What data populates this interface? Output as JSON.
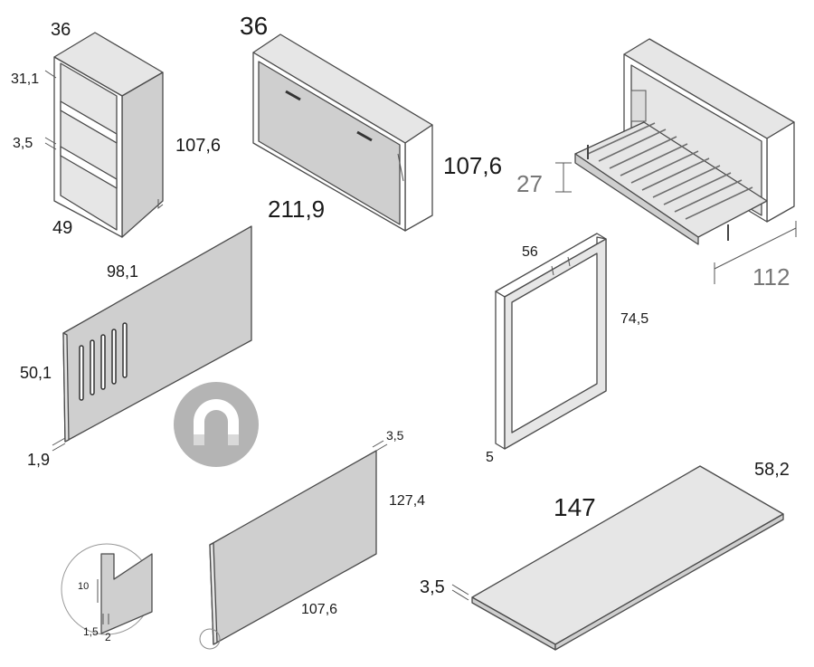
{
  "colors": {
    "panel_fill": "#cfcfcf",
    "panel_light": "#e6e6e6",
    "outline": "#4a4a4a",
    "magnet_badge": "#b4b4b4",
    "gray_label": "#777777"
  },
  "icons": [
    "magnet-icon"
  ],
  "bookcase": {
    "depth": "36",
    "shelf_spacing": "31,1",
    "thickness": "3,5",
    "height": "107,6",
    "width": "49"
  },
  "wall_bed_closed": {
    "depth": "36",
    "height": "107,6",
    "width": "211,9"
  },
  "wall_bed_open": {
    "leg_height": "27",
    "projection": "112"
  },
  "headboard": {
    "width": "98,1",
    "height": "50,1",
    "thickness": "1,9"
  },
  "desk_leg": {
    "width": "56",
    "height": "74,5",
    "thickness": "5"
  },
  "back_panel": {
    "thickness": "3,5",
    "height": "127,4",
    "width": "107,6"
  },
  "detail": {
    "rebate_height": "10",
    "gap": "1,5",
    "lip": "2"
  },
  "desk_top": {
    "length": "147",
    "depth": "58,2",
    "thickness": "3,5"
  }
}
